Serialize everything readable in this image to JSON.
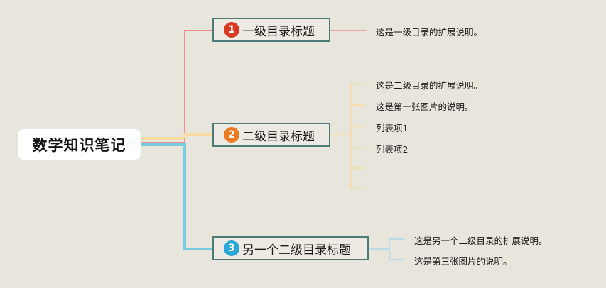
{
  "root": {
    "label": "数学知识笔记"
  },
  "branches": [
    {
      "number": "1",
      "label": "一级目录标题",
      "badge_color": "#d93a21",
      "line_color": "#ef8f8f",
      "leaves": [
        "这是一级目录的扩展说明。"
      ]
    },
    {
      "number": "2",
      "label": "二级目录标题",
      "badge_color": "#ec7a22",
      "line_color": "#f6dca0",
      "leaves": [
        "这是二级目录的扩展说明。",
        "这是第一张图片的说明。",
        "列表项1",
        "列表项2",
        "",
        ""
      ]
    },
    {
      "number": "3",
      "label": "另一个二级目录标题",
      "badge_color": "#2aa6d9",
      "line_color": "#79cbe2",
      "leaves": [
        "这是另一个二级目录的扩展说明。",
        "这是第三张图片的说明。"
      ]
    }
  ]
}
